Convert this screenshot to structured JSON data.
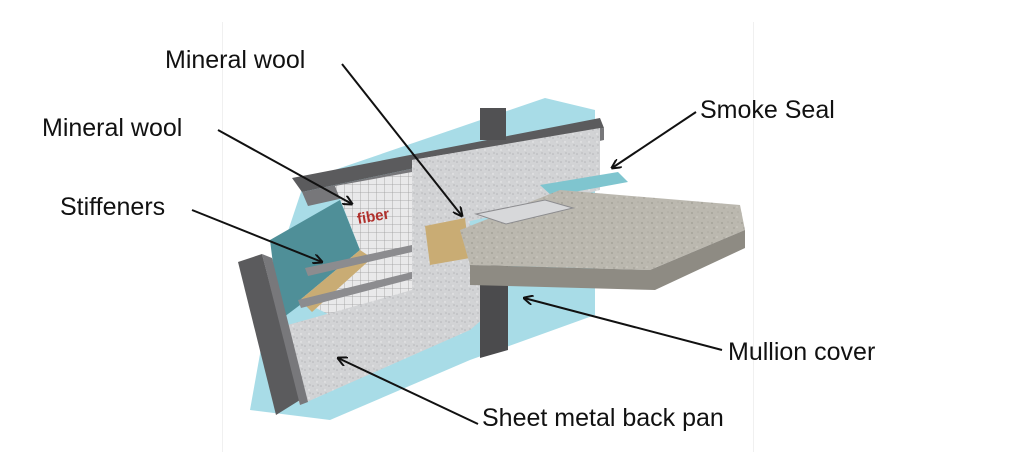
{
  "labels": {
    "mineral_wool_top": "Mineral wool",
    "mineral_wool_left": "Mineral wool",
    "stiffeners": "Stiffeners",
    "smoke_seal": "Smoke Seal",
    "mullion_cover": "Mullion cover",
    "back_pan": "Sheet metal back pan"
  },
  "panel_stamp": "fiber",
  "colors": {
    "glass": "#9fd8e4",
    "frame": "#5b5b5d",
    "back_pan": "#cfd0d2",
    "slab": "#b4b1a8",
    "mineral_wool": "#c9ac74",
    "smoke_seal": "#7fc5cf",
    "stamp": "#b0302c",
    "arrow": "#111111"
  }
}
